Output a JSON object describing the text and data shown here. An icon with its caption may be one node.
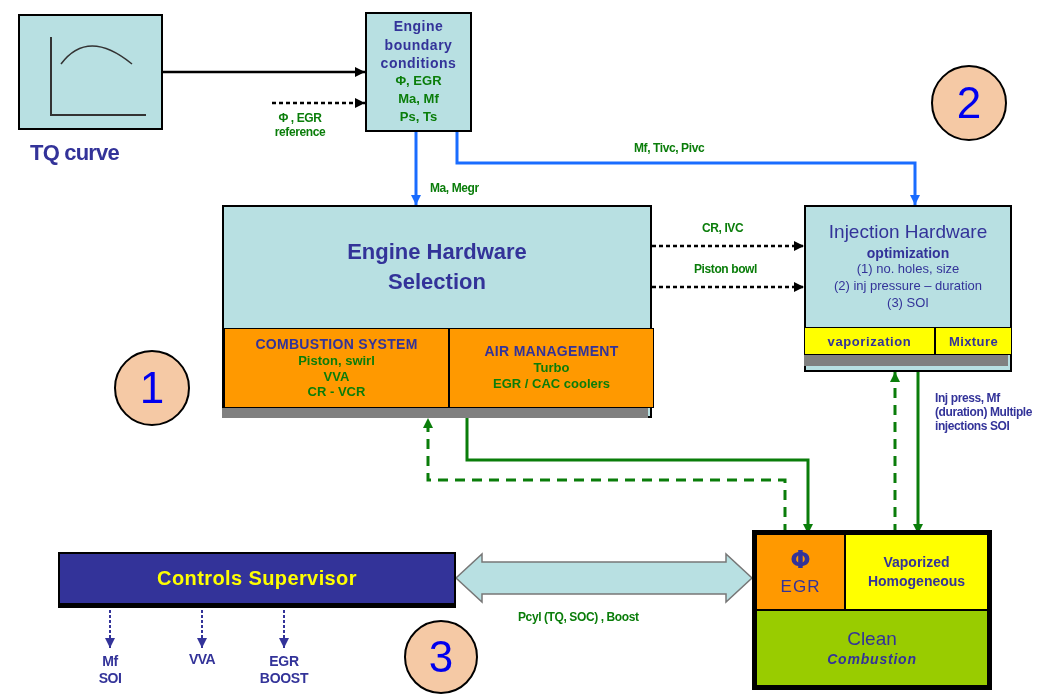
{
  "diagram": {
    "nodes": [
      {
        "text": [],
        "shape": "picture",
        "beside": [
          "TQ curve"
        ]
      },
      {
        "text": [
          "Engine boundary conditions",
          "Φ, EGR",
          "Ma, Mf",
          "Ps, Ts"
        ]
      },
      {
        "text": [
          "Engine Hardware Selection"
        ]
      },
      {
        "text": [
          "COMBUSTION SYSTEM",
          "Piston, swirl",
          "VVA",
          "CR - VCR"
        ],
        "in": 2
      },
      {
        "text": [
          "AIR MANAGEMENT",
          "Turbo",
          "EGR / CAC coolers"
        ],
        "in": 2
      },
      {
        "text": [
          "Injection Hardware",
          "optimization",
          "(1) no. holes, size",
          "(2) inj pressure – duration",
          "(3) SOI"
        ]
      },
      {
        "text": [
          "vaporization"
        ],
        "in": 5
      },
      {
        "text": [
          "Mixture"
        ],
        "in": 5
      },
      {
        "text": [
          "Controls Supervisor"
        ]
      },
      {
        "text": [],
        "shape": "box"
      },
      {
        "text": [
          "Φ",
          "EGR"
        ],
        "in": 9
      },
      {
        "text": [
          "Vaporized Homogeneous"
        ],
        "in": 9
      },
      {
        "text": [
          "Clean",
          "Combustion"
        ],
        "in": 9
      },
      {
        "text": [
          "Mf SOI"
        ]
      },
      {
        "text": [
          "VVA"
        ]
      },
      {
        "text": [
          "EGR BOOST"
        ]
      },
      {
        "text": [
          "1"
        ]
      },
      {
        "text": [
          "2"
        ]
      },
      {
        "text": [
          "3"
        ]
      }
    ],
    "edges": [
      {
        "from": 0,
        "to": 1,
        "arrow": "to",
        "color": "#000000"
      },
      {
        "from": null,
        "to": 1,
        "arrow": "to",
        "style": "dashed",
        "color": "#000000",
        "label": "Φ , EGR reference"
      },
      {
        "from": 1,
        "to": 2,
        "arrow": "to",
        "color": "#1a6cff",
        "label": "Ma, Megr"
      },
      {
        "from": 1,
        "to": 5,
        "arrow": "to",
        "color": "#1a6cff",
        "label": "Mf, Tivc, Pivc"
      },
      {
        "from": 2,
        "to": 5,
        "arrow": "to",
        "style": "dashed",
        "color": "#000000",
        "label": "CR, IVC"
      },
      {
        "from": 2,
        "to": 5,
        "arrow": "to",
        "style": "dashed",
        "color": "#000000",
        "label": "Piston bowl"
      },
      {
        "from": 2,
        "to": 10,
        "arrow": "to",
        "color": "#0a7d0a"
      },
      {
        "from": 10,
        "to": 2,
        "arrow": "to",
        "style": "dashed",
        "color": "#0a7d0a"
      },
      {
        "from": 5,
        "to": 11,
        "arrow": "to",
        "color": "#0a7d0a",
        "label": "Inj press, Mf (duration) Multiple injections SOI"
      },
      {
        "from": 11,
        "to": 5,
        "arrow": "to",
        "style": "dashed",
        "color": "#0a7d0a"
      },
      {
        "from": 8,
        "to": 9,
        "arrow": "both",
        "style": "thick",
        "color": "#b8e0e2",
        "label": "Pcyl (TQ, SOC) , Boost"
      },
      {
        "from": 8,
        "to": 13,
        "arrow": "to",
        "style": "dashed",
        "color": "#333399"
      },
      {
        "from": 8,
        "to": 14,
        "arrow": "to",
        "style": "dashed",
        "color": "#333399"
      },
      {
        "from": 8,
        "to": 15,
        "arrow": "to",
        "style": "dashed",
        "color": "#333399"
      }
    ]
  }
}
